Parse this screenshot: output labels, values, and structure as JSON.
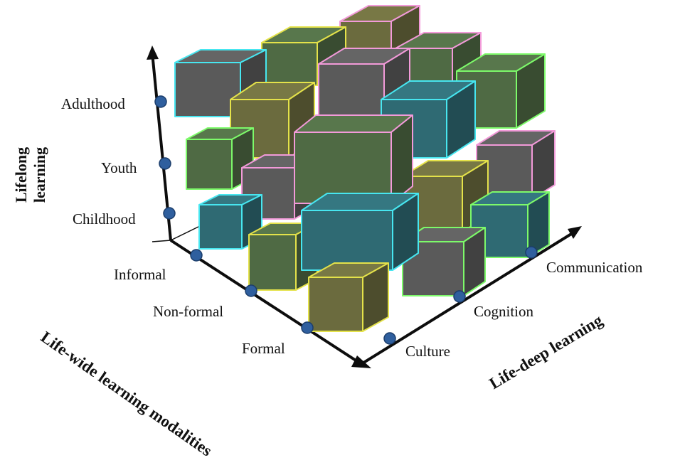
{
  "axes": {
    "vertical": {
      "title_line1": "Lifelong",
      "title_line2": "learning",
      "ticks": [
        "Adulthood",
        "Youth",
        "Childhood"
      ]
    },
    "wide": {
      "title": "Life-wide learning modalities",
      "ticks": [
        "Informal",
        "Non-formal",
        "Formal"
      ]
    },
    "deep": {
      "title": "Life-deep learning",
      "ticks": [
        "Culture",
        "Cognition",
        "Communication"
      ]
    }
  },
  "colors": {
    "axis": "#0d0d0d",
    "tick_dot": "#2f5f9e",
    "face_gray": "#5a5a5a",
    "face_olive": "#6b6b3e",
    "face_green": "#4f6a44",
    "face_teal": "#2f6a73",
    "edge_cyan": "#47e6f0",
    "edge_yellow": "#e4e24a",
    "edge_pink": "#f29ad9",
    "edge_lime": "#7dfa6a"
  }
}
